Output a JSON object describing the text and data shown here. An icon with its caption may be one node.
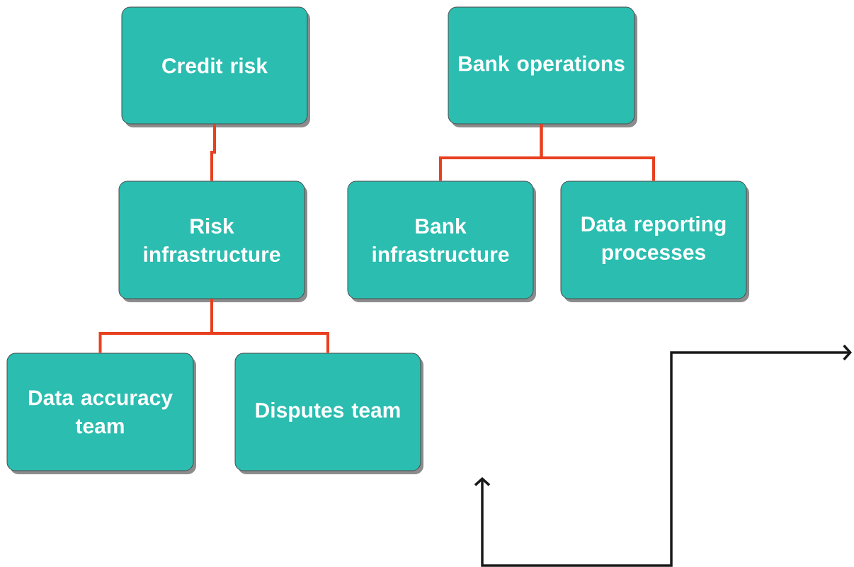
{
  "diagram": {
    "nodes": [
      {
        "text": [
          "Credit risk"
        ]
      },
      {
        "text": [
          "Risk infrastructure"
        ]
      },
      {
        "text": [
          "Data accuracy team"
        ]
      },
      {
        "text": [
          "Disputes team"
        ]
      },
      {
        "text": [
          "Bank operations"
        ]
      },
      {
        "text": [
          "Bank infrastructure"
        ]
      },
      {
        "text": [
          "Data reporting processes"
        ]
      }
    ],
    "edges": [
      {
        "from": 0,
        "to": 1,
        "arrow": "none"
      },
      {
        "from": 1,
        "to": 2,
        "arrow": "none"
      },
      {
        "from": 1,
        "to": 3,
        "arrow": "none"
      },
      {
        "from": 4,
        "to": 5,
        "arrow": "none"
      },
      {
        "from": 4,
        "to": 6,
        "arrow": "none"
      }
    ]
  }
}
